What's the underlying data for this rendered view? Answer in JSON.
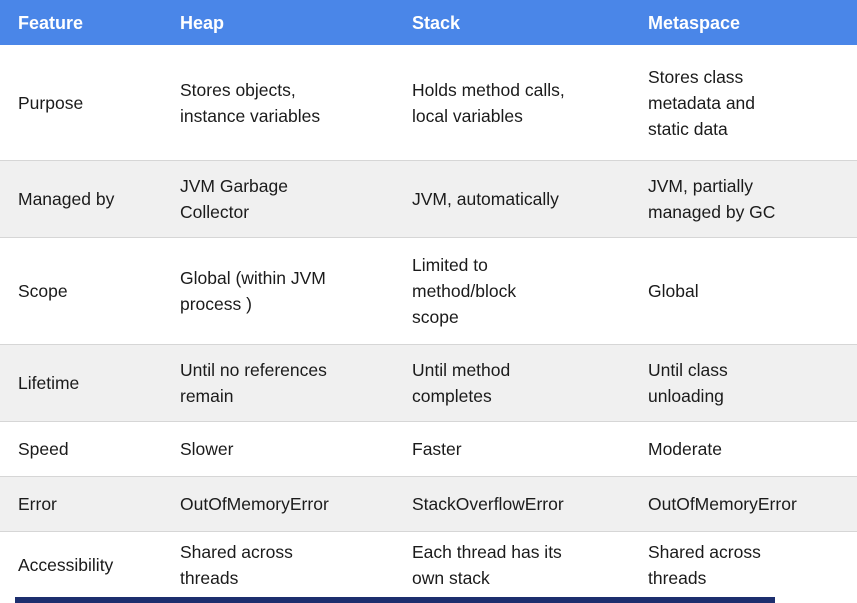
{
  "chart_data": {
    "type": "table",
    "columns": [
      "Feature",
      "Heap",
      "Stack",
      "Metaspace"
    ],
    "rows": [
      [
        "Purpose",
        "Stores objects, instance variables",
        "Holds method calls, local variables",
        "Stores class metadata and static data"
      ],
      [
        "Managed by",
        "JVM Garbage Collector",
        "JVM, automatically",
        "JVM, partially managed by GC"
      ],
      [
        "Scope",
        "Global (within JVM process )",
        "Limited to method/block scope",
        "Global"
      ],
      [
        "Lifetime",
        "Until no references remain",
        "Until method completes",
        "Until class unloading"
      ],
      [
        "Speed",
        "Slower",
        "Faster",
        "Moderate"
      ],
      [
        "Error",
        "OutOfMemoryError",
        "StackOverflowError",
        "OutOfMemoryError"
      ],
      [
        "Accessibility",
        "Shared across threads",
        "Each thread has its own stack",
        "Shared across threads"
      ]
    ]
  },
  "table": {
    "headers": [
      "Feature",
      "Heap",
      "Stack",
      "Metaspace"
    ],
    "rows": [
      {
        "cells": [
          "Purpose",
          "Stores objects,\ninstance variables",
          "Holds method calls,\nlocal variables",
          "Stores class\nmetadata and\nstatic data"
        ]
      },
      {
        "cells": [
          "Managed by",
          "JVM Garbage\nCollector",
          "JVM, automatically",
          "JVM, partially\nmanaged by GC"
        ]
      },
      {
        "cells": [
          "Scope",
          "Global (within JVM\nprocess )",
          "Limited to\nmethod/block\nscope",
          "Global"
        ]
      },
      {
        "cells": [
          "Lifetime",
          "Until no references\nremain",
          "Until method\ncompletes",
          "Until class\nunloading"
        ]
      },
      {
        "cells": [
          "Speed",
          "Slower",
          "Faster",
          "Moderate"
        ]
      },
      {
        "cells": [
          "Error",
          "OutOfMemoryError",
          "StackOverflowError",
          "OutOfMemoryError"
        ]
      },
      {
        "cells": [
          "Accessibility",
          "Shared across\nthreads",
          "Each thread has its\nown stack",
          "Shared across\nthreads"
        ]
      }
    ]
  },
  "colors": {
    "header_bg": "#4a86e8",
    "header_text": "#ffffff",
    "row_bg": "#ffffff",
    "row_alt_bg": "#f0f0f0",
    "border": "#d6d6d6",
    "body_text": "#1b1b1b",
    "bottom_bar": "#1d2e6e"
  }
}
